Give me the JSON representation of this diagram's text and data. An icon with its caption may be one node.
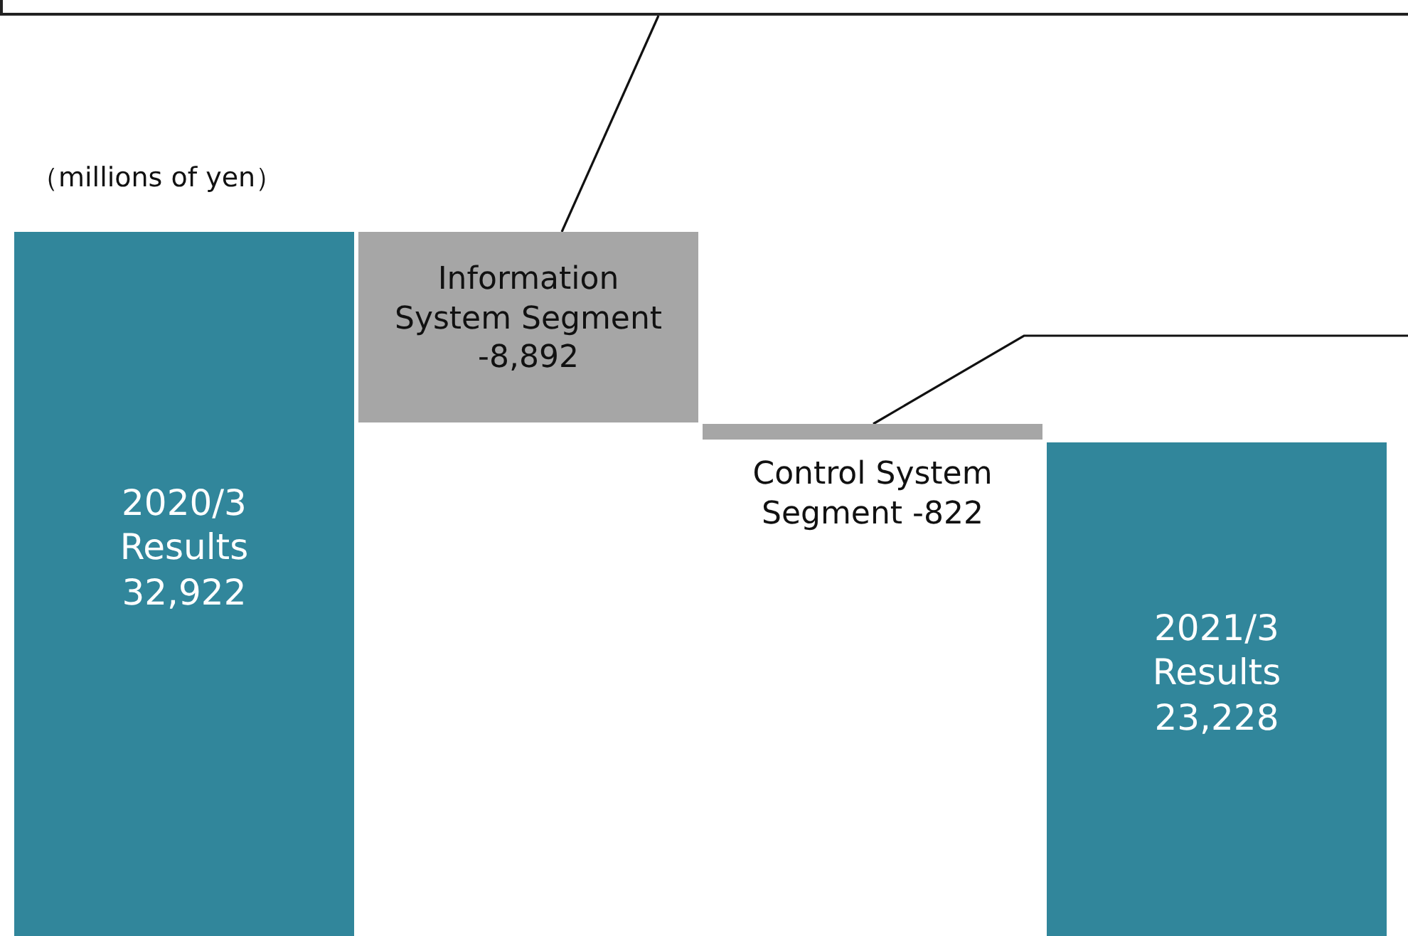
{
  "diagram": {
    "nodes": [
      {
        "text": [],
        "shape": "box"
      },
      {
        "text": [
          "2020/3 Results 32,922"
        ]
      },
      {
        "text": [
          "Information System Segment -8,892"
        ]
      },
      {
        "text": [
          "Control System Segment -822"
        ]
      },
      {
        "text": [
          "2021/3 Results 23,228"
        ]
      }
    ],
    "edges": [
      {
        "from": 0,
        "to": 2,
        "arrow": "none"
      },
      {
        "from": null,
        "to": 3,
        "arrow": "none"
      }
    ],
    "labels": [
      "（millions of yen）"
    ]
  }
}
